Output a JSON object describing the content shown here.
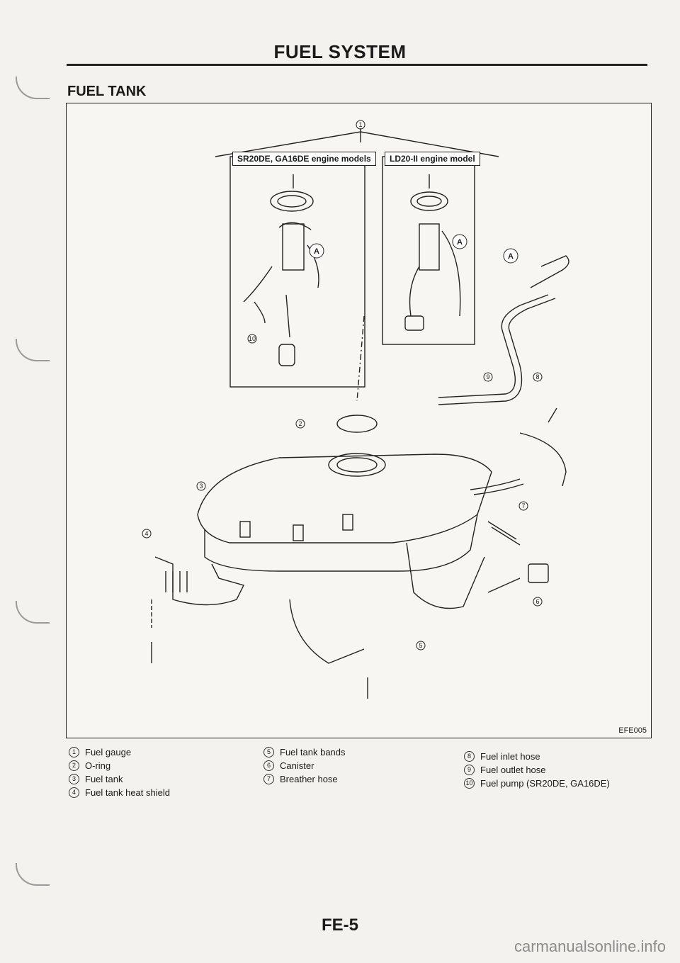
{
  "header": {
    "title": "FUEL SYSTEM"
  },
  "section": {
    "title": "FUEL TANK"
  },
  "figure": {
    "inset_left_label": "SR20DE, GA16DE engine models",
    "inset_right_label": "LD20-II engine model",
    "code": "EFE005",
    "callout_a": "A"
  },
  "legend": {
    "col1": [
      {
        "num": "1",
        "label": "Fuel gauge"
      },
      {
        "num": "2",
        "label": "O-ring"
      },
      {
        "num": "3",
        "label": "Fuel tank"
      },
      {
        "num": "4",
        "label": "Fuel tank heat shield"
      }
    ],
    "col2": [
      {
        "num": "5",
        "label": "Fuel tank bands"
      },
      {
        "num": "6",
        "label": "Canister"
      },
      {
        "num": "7",
        "label": "Breather hose"
      }
    ],
    "col3": [
      {
        "num": "8",
        "label": "Fuel inlet hose"
      },
      {
        "num": "9",
        "label": "Fuel outlet hose"
      },
      {
        "num": "10",
        "label": "Fuel pump (SR20DE, GA16DE)"
      }
    ]
  },
  "footer": {
    "page": "FE-5"
  },
  "watermark": "carmanualsonline.info"
}
